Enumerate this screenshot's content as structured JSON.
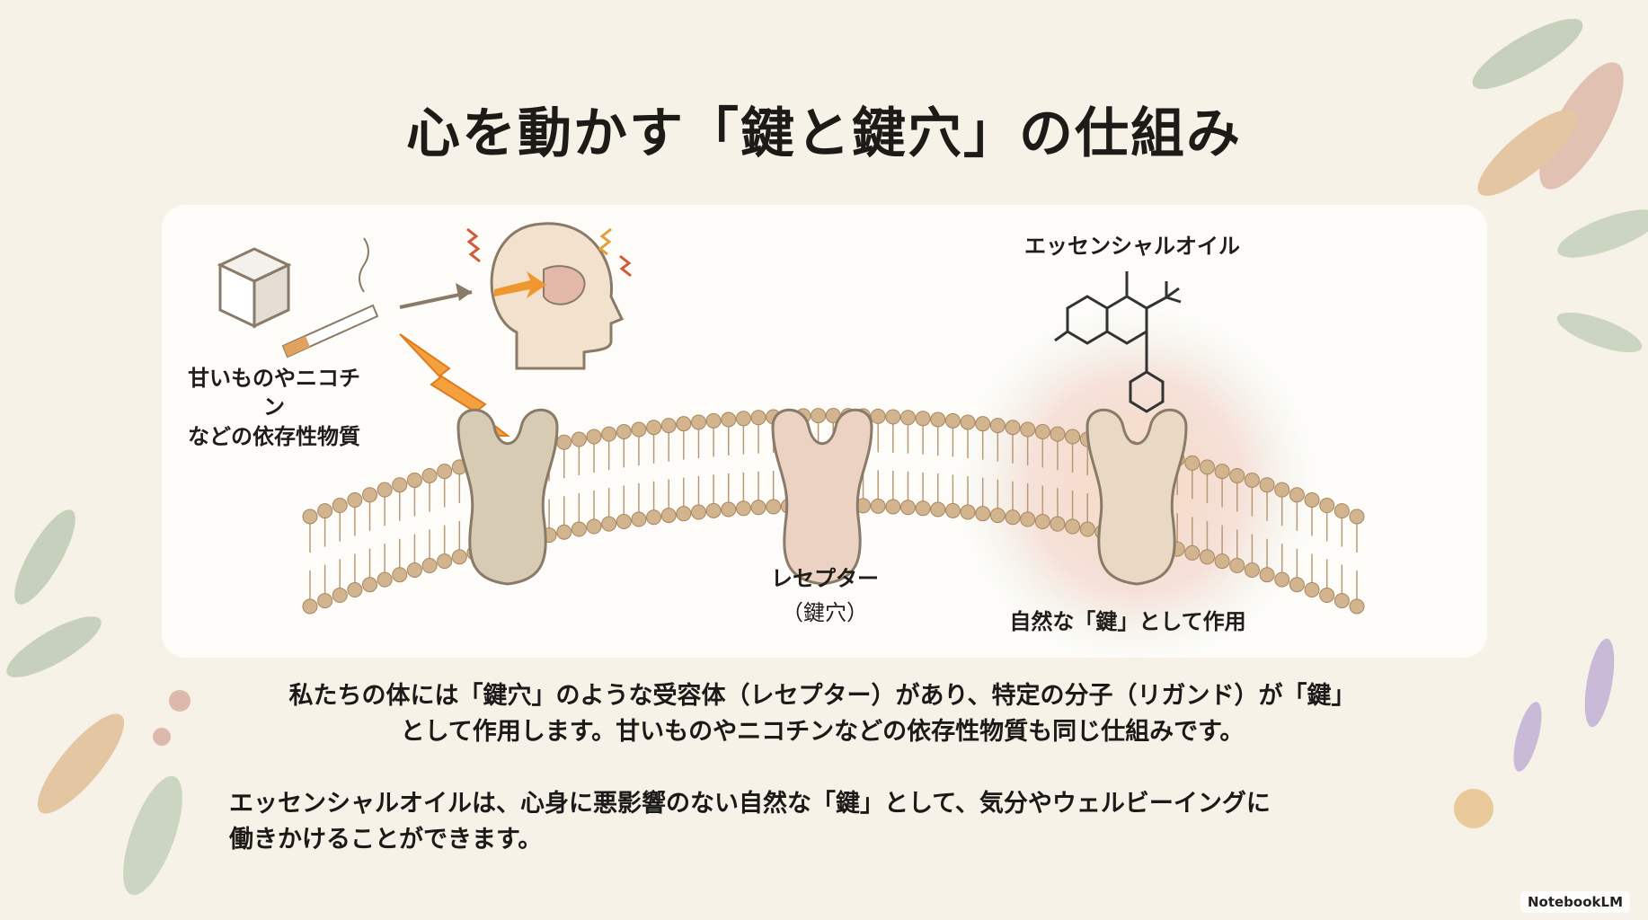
{
  "title": "心を動かす「鍵と鍵穴」の仕組み",
  "diagram": {
    "addictive_label": [
      "甘いものやニコチン",
      "などの依存性物質"
    ],
    "receptor_label": "レセプター",
    "keyhole_label": "（鍵穴）",
    "oil_label": "エッセンシャルオイル",
    "natural_key_label": "自然な「鍵」として作用"
  },
  "body": {
    "paragraph1": [
      "私たちの体には「鍵穴」のような受容体（レセプター）があり、特定の分子（リガンド）が「鍵」",
      "として作用します。甘いものやニコチンなどの依存性物質も同じ仕組みです。"
    ],
    "paragraph2": [
      "エッセンシャルオイルは、心身に悪影響のない自然な「鍵」として、気分やウェルビーイングに",
      "働きかけることができます。"
    ]
  },
  "badge": "NotebookLM",
  "colors": {
    "background": "#f7f2e8",
    "panel": "#fdfcf9",
    "lipid": "#d2b48f",
    "arrow": "#f0962e"
  }
}
